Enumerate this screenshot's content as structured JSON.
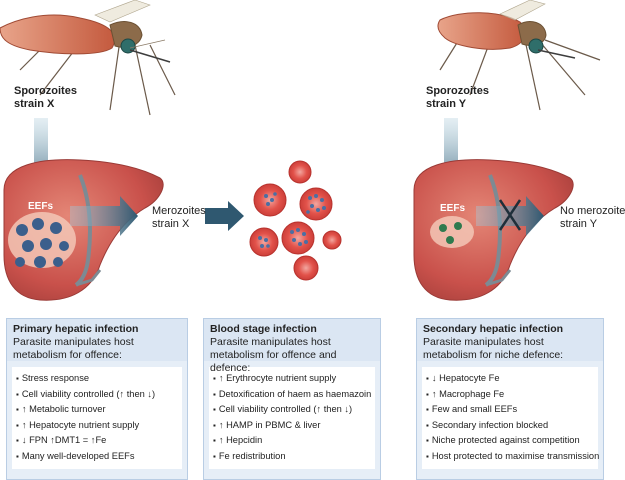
{
  "labels": {
    "sporozoites_x": "Sporozoites\nstrain X",
    "sporozoites_y": "Sporozoites\nstrain Y",
    "eefs_left": "EEFs",
    "eefs_right": "EEFs",
    "merozoites_x": "Merozoites\nstrain X",
    "no_merozoites_y": "No merozoites\nstrain Y"
  },
  "panels": {
    "primary": {
      "title": "Primary hepatic infection",
      "subtitle": "Parasite manipulates host metabolism for offence:",
      "items": [
        "Stress response",
        "Cell viability controlled (↑ then ↓)",
        "↑ Metabolic turnover",
        "↑ Hepatocyte nutrient supply",
        "↓ FPN ↑DMT1 = ↑Fe",
        "Many well-developed EEFs"
      ]
    },
    "blood": {
      "title": "Blood stage infection",
      "subtitle": "Parasite manipulates host metabolism for offence and defence:",
      "items": [
        "↑ Erythrocyte nutrient supply",
        "Detoxification of haem as haemazoin",
        "Cell viability controlled (↑ then ↓)",
        "↑ HAMP in PBMC & liver",
        "↑ Hepcidin",
        "Fe redistribution"
      ]
    },
    "secondary": {
      "title": "Secondary hepatic infection",
      "subtitle": "Parasite manipulates host metabolism for niche defence:",
      "items": [
        "↓ Hepatocyte Fe",
        "↑ Macrophage Fe",
        "Few and small EEFs",
        "Secondary infection blocked",
        "Niche protected against competition",
        "Host protected to maximise transmission"
      ]
    }
  },
  "colors": {
    "liver": "#c9514b",
    "liver_light": "#e07a6f",
    "blood_cell": "#e2524a",
    "arrow_dark": "#2f5870",
    "arrow_light": "#a6c8d8",
    "panel_bg": "#e6eef7",
    "panel_head": "#dbe6f3"
  }
}
